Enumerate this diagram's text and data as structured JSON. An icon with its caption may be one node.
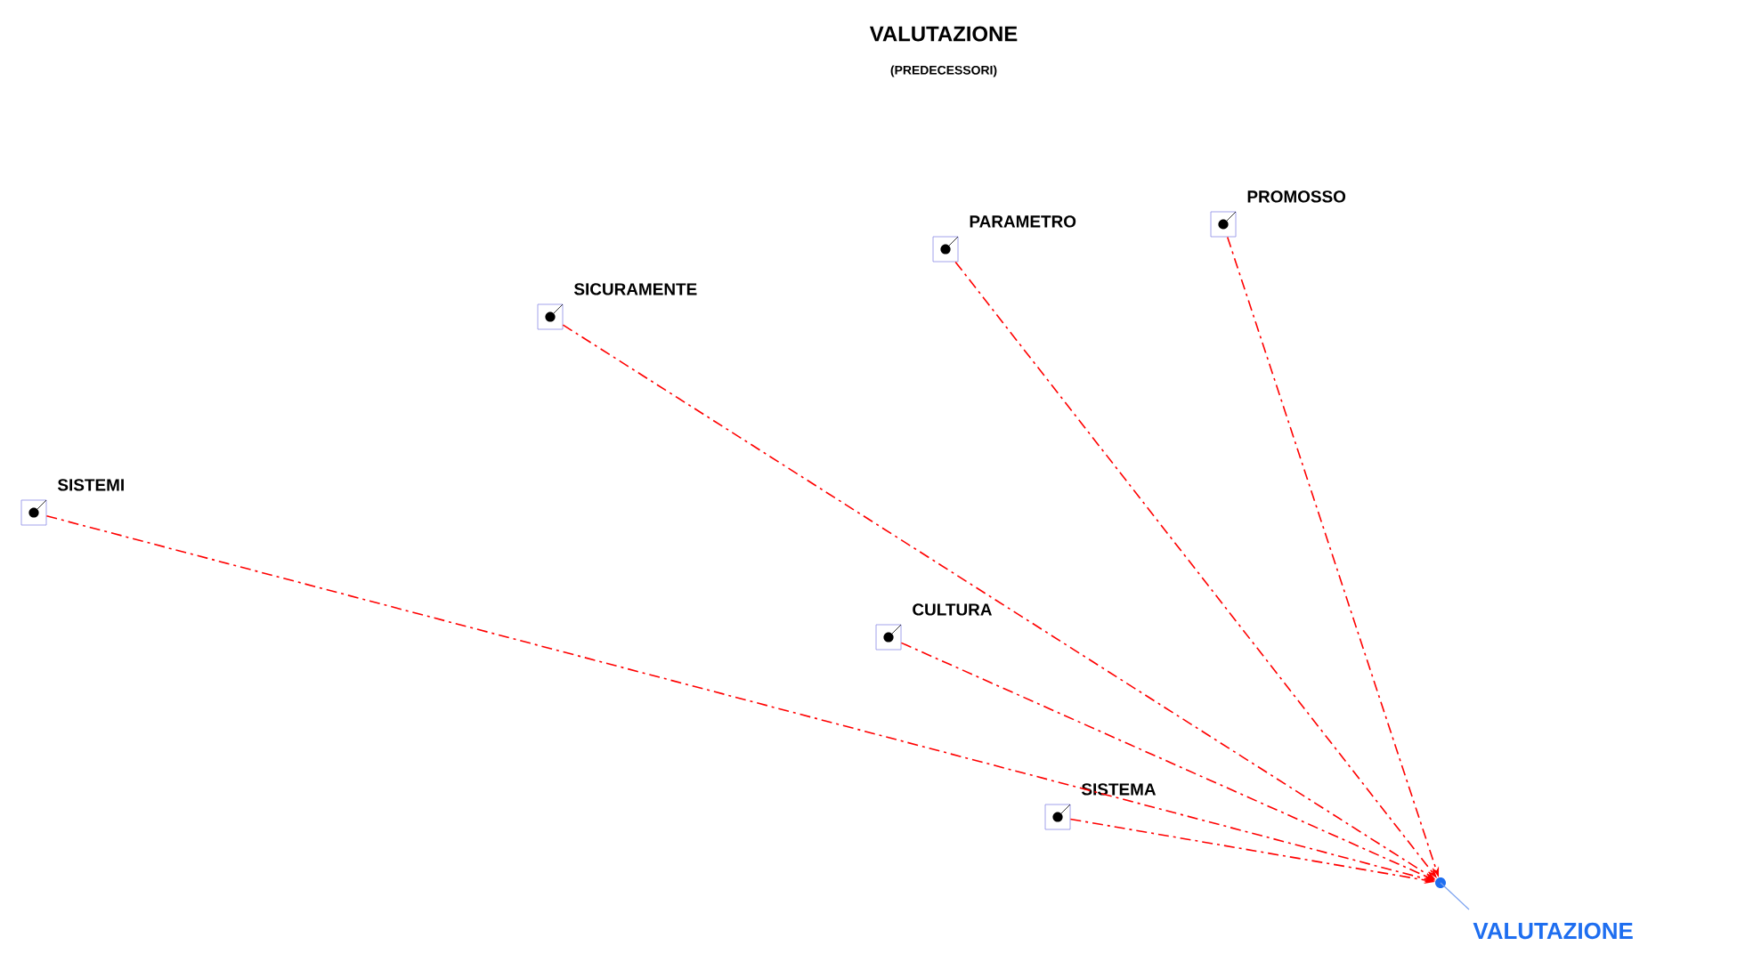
{
  "diagram": {
    "title": "VALUTAZIONE",
    "nodes": [
      {
        "text": [
          "PROMOSSO"
        ]
      },
      {
        "text": [
          "PARAMETRO"
        ]
      },
      {
        "text": [
          "SICURAMENTE"
        ]
      },
      {
        "text": [
          "SISTEMI"
        ]
      },
      {
        "text": [
          "CULTURA"
        ]
      },
      {
        "text": [
          "SISTEMA"
        ]
      },
      {
        "text": [
          "VALUTAZIONE"
        ]
      }
    ],
    "edges": [
      {
        "from": 0,
        "to": 6,
        "arrow": "to",
        "style": "dashed"
      },
      {
        "from": 1,
        "to": 6,
        "arrow": "to",
        "style": "dashed"
      },
      {
        "from": 2,
        "to": 6,
        "arrow": "to",
        "style": "dashed"
      },
      {
        "from": 3,
        "to": 6,
        "arrow": "to",
        "style": "dashed"
      },
      {
        "from": 4,
        "to": 6,
        "arrow": "to",
        "style": "dashed"
      },
      {
        "from": 5,
        "to": 6,
        "arrow": "to",
        "style": "dashed"
      }
    ],
    "labels": [
      "(PREDECESSORI)"
    ]
  }
}
